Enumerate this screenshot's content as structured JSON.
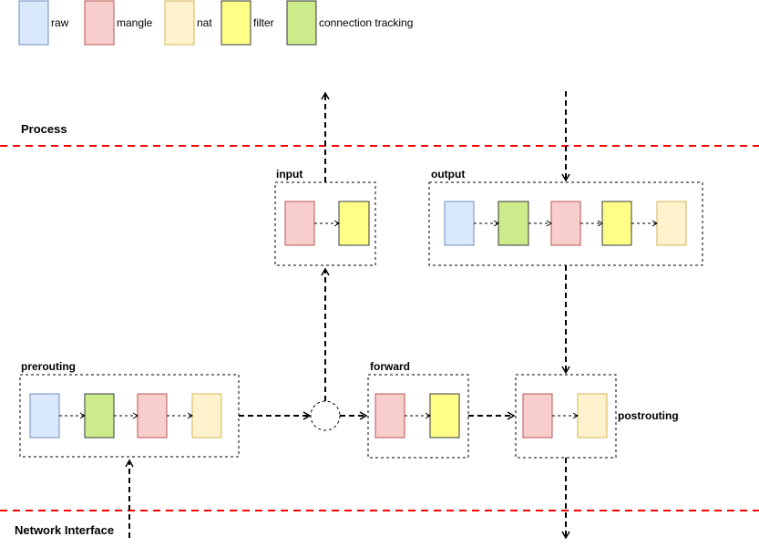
{
  "colors": {
    "raw": {
      "fill": "#dae8fc",
      "stroke": "#6c8ebf"
    },
    "mangle": {
      "fill": "#f8cecc",
      "stroke": "#b85450"
    },
    "nat": {
      "fill": "#fff2cc",
      "stroke": "#d6b656"
    },
    "filter": {
      "fill": "#ffff88",
      "stroke": "#36393d"
    },
    "conntrack": {
      "fill": "#cdeb8b",
      "stroke": "#36393d"
    },
    "zone_line": "#ff0000"
  },
  "legend": {
    "raw": "raw",
    "mangle": "mangle",
    "nat": "nat",
    "filter": "filter",
    "conntrack": "connection tracking"
  },
  "zones": {
    "process": "Process",
    "network_interface": "Network Interface"
  },
  "chains": {
    "prerouting": {
      "label": "prerouting",
      "tables": [
        "raw",
        "conntrack",
        "mangle",
        "nat"
      ]
    },
    "input": {
      "label": "input",
      "tables": [
        "mangle",
        "filter"
      ]
    },
    "output": {
      "label": "output",
      "tables": [
        "raw",
        "conntrack",
        "mangle",
        "filter",
        "nat"
      ]
    },
    "forward": {
      "label": "forward",
      "tables": [
        "mangle",
        "filter"
      ]
    },
    "postrouting": {
      "label": "postrouting",
      "tables": [
        "mangle",
        "nat"
      ]
    }
  }
}
